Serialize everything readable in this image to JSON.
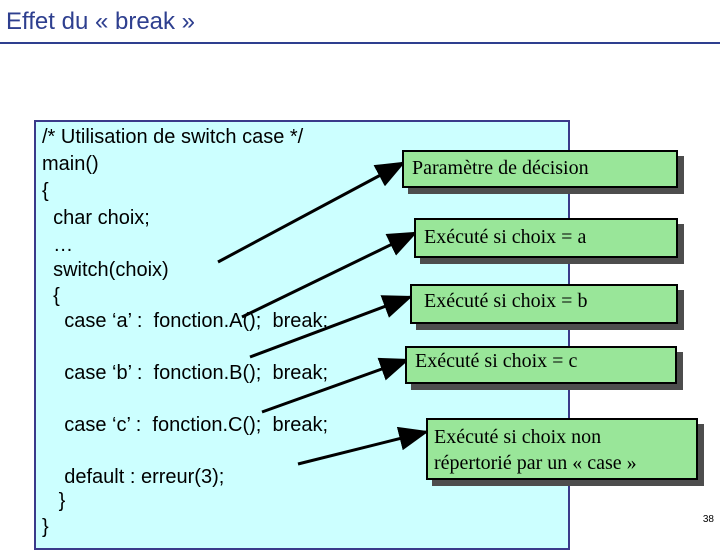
{
  "title": "Effet du « break »",
  "code_lines": [
    "/* Utilisation de switch case */",
    "main()",
    "{",
    "  char choix;",
    "  …",
    "  switch(choix)",
    "  {",
    "    case ‘a’ :  fonction.A();  break;",
    "    case ‘b’ :  fonction.B();  break;",
    "    case ‘c’ :  fonction.C();  break;",
    "    default : erreur(3);",
    "   }",
    "}"
  ],
  "callouts": [
    "Paramètre de décision",
    "Exécuté si choix = a",
    "Exécuté si choix = b",
    "Exécuté si choix = c",
    "Exécuté si choix non\nrépertorié par un « case »"
  ],
  "colors": {
    "title": "#2e3f8f",
    "code_background": "#ccffff",
    "callout_background": "#99e699",
    "arrow": "#000000"
  },
  "slide_number": "38"
}
